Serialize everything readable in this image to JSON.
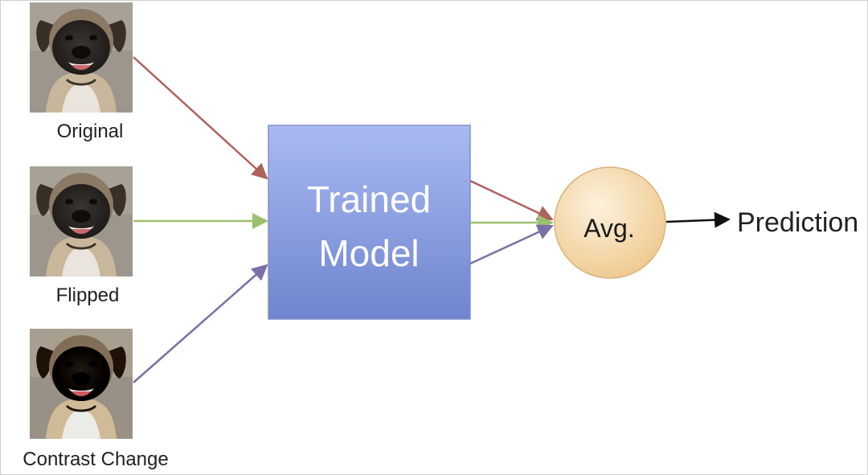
{
  "inputs": [
    {
      "label": "Original",
      "arrow_color": "#b0615e",
      "variant": "original"
    },
    {
      "label": "Flipped",
      "arrow_color": "#9bc06f",
      "variant": "flipped"
    },
    {
      "label": "Contrast Change",
      "arrow_color": "#7c6fa8",
      "variant": "contrast"
    }
  ],
  "model": {
    "line1": "Trained",
    "line2": "Model",
    "color_top": "#a9baf2",
    "color_bottom": "#6f84cf",
    "border": "#8090cc"
  },
  "average": {
    "label": "Avg.",
    "fill_light": "#fdf1dc",
    "fill_dark": "#efc98f",
    "border": "#d9b27a"
  },
  "output": {
    "label": "Prediction"
  },
  "icons": {
    "dog_photo": "dog-photo-icon",
    "output_arrow": "arrow-right-icon"
  }
}
